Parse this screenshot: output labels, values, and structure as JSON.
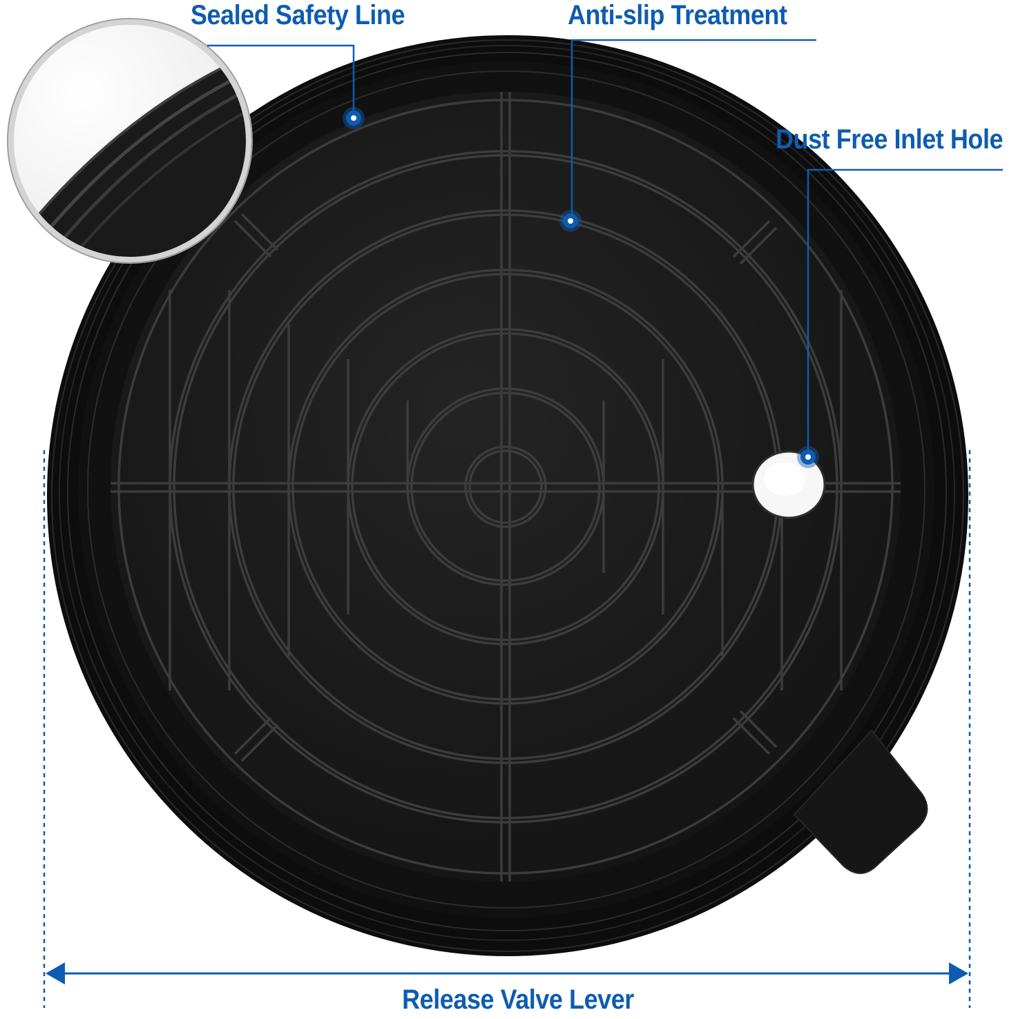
{
  "callouts": {
    "sealed_safety_line": "Sealed Safety Line",
    "anti_slip_treatment": "Anti-slip Treatment",
    "dust_free_inlet_hole": "Dust Free Inlet Hole",
    "release_valve_lever": "Release Valve Lever"
  },
  "colors": {
    "accent_blue": "#0e5cb0",
    "pad_black": "#1c1c1c",
    "groove": "#3a3a3a"
  }
}
